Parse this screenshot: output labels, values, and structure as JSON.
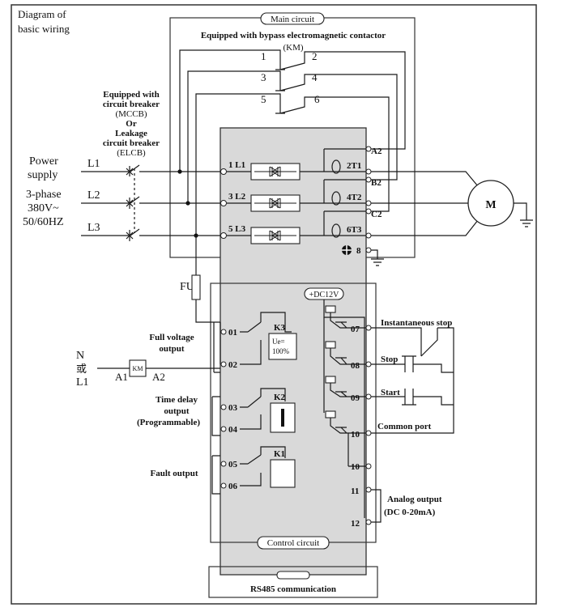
{
  "title_line1": "Diagram of",
  "title_line2": "basic wiring",
  "main_circuit_label": "Main circuit",
  "bypass_label": "Equipped with bypass electromagnetic contactor",
  "km_label": "(KM)",
  "contact_numbers": [
    "1",
    "2",
    "3",
    "4",
    "5",
    "6"
  ],
  "breaker": {
    "line1": "Equipped with",
    "line2": "circuit breaker",
    "line3": "(MCCB)",
    "line4": "Or",
    "line5": "Leakage",
    "line6": "circuit breaker",
    "line7": "(ELCB)"
  },
  "power": {
    "line1": "Power",
    "line2": "supply",
    "line3": "3-phase",
    "line4": "380V~",
    "line5": "50/60HZ"
  },
  "phases": [
    "L1",
    "L2",
    "L3"
  ],
  "inputs": [
    "1 L1",
    "3 L2",
    "5 L3"
  ],
  "outputs": [
    "2T1",
    "4T2",
    "6T3"
  ],
  "bypass_terminals": [
    "A2",
    "B2",
    "C2"
  ],
  "ground_terminal": "8",
  "motor_label": "M",
  "fu_label": "FU",
  "neutral_label": "N",
  "or_label": "或",
  "l1_label": "L1",
  "coil_label": "KM",
  "a1_label": "A1",
  "a2_label": "A2",
  "dc_label": "+DC12V",
  "relay_k3": "K3",
  "relay_k2": "K2",
  "relay_k1": "K1",
  "ue_label_1": "Ue=",
  "ue_label_2": "100%",
  "left_terminals": [
    "01",
    "02",
    "03",
    "04",
    "05",
    "06"
  ],
  "right_terminals": [
    "07",
    "08",
    "09",
    "10",
    "10",
    "11",
    "12"
  ],
  "full_voltage_1": "Full voltage",
  "full_voltage_2": "output",
  "time_delay_1": "Time delay",
  "time_delay_2": "output",
  "time_delay_3": "(Programmable)",
  "fault_output": "Fault output",
  "instant_stop": "Instantaneous stop",
  "stop_label": "Stop",
  "start_label": "Start",
  "common_port": "Common port",
  "analog_1": "Analog output",
  "analog_2": "(DC 0-20mA)",
  "control_circuit_label": "Control circuit",
  "rs485_label": "RS485 communication"
}
